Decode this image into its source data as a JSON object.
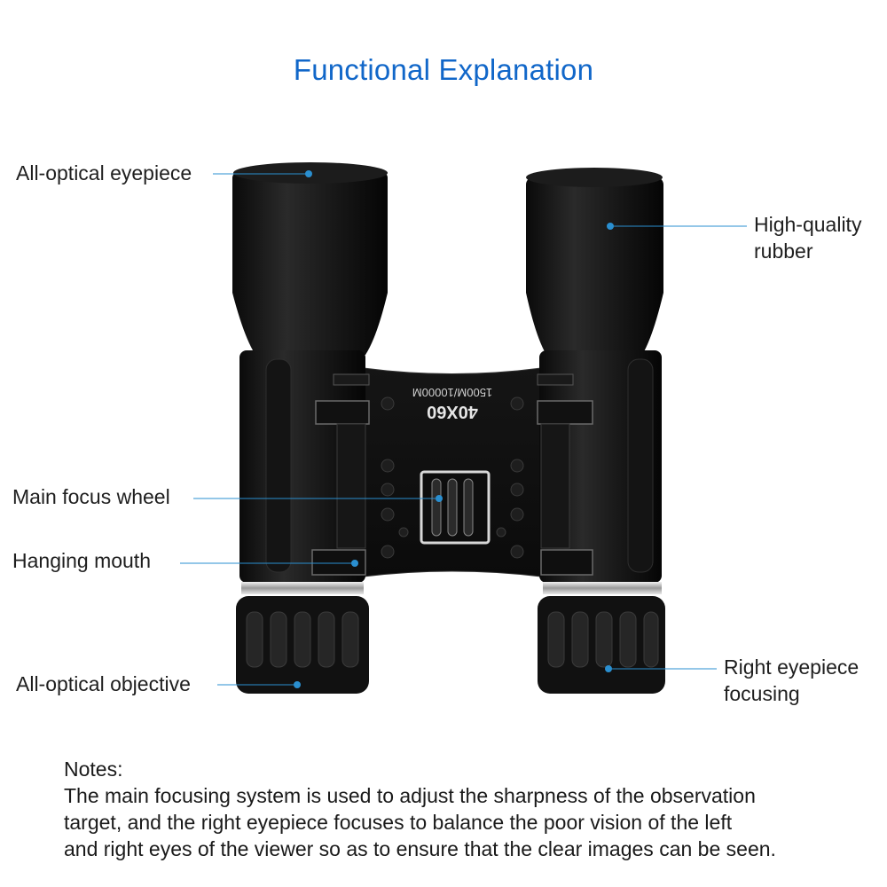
{
  "title": "Functional Explanation",
  "product": {
    "model_label": "40X60",
    "range_label": "1500M/10000M"
  },
  "labels": {
    "all_optical_eyepiece": "All-optical eyepiece",
    "high_quality_rubber_line1": "High-quality",
    "high_quality_rubber_line2": "rubber",
    "main_focus_wheel": "Main focus wheel",
    "hanging_mouth": "Hanging mouth",
    "all_optical_objective": "All-optical objective",
    "right_eyepiece_focusing_line1": "Right eyepiece",
    "right_eyepiece_focusing_line2": "focusing"
  },
  "notes": {
    "heading": "Notes:",
    "body_line1": "The main focusing system is used to adjust the sharpness of the observation",
    "body_line2": "target, and the right eyepiece focuses to balance the poor vision of the left",
    "body_line3": "and right eyes of the viewer so as to ensure that the clear images can be seen."
  },
  "colors": {
    "title": "#1167c9",
    "callout": "#2a8fd0",
    "body": "#111111"
  }
}
